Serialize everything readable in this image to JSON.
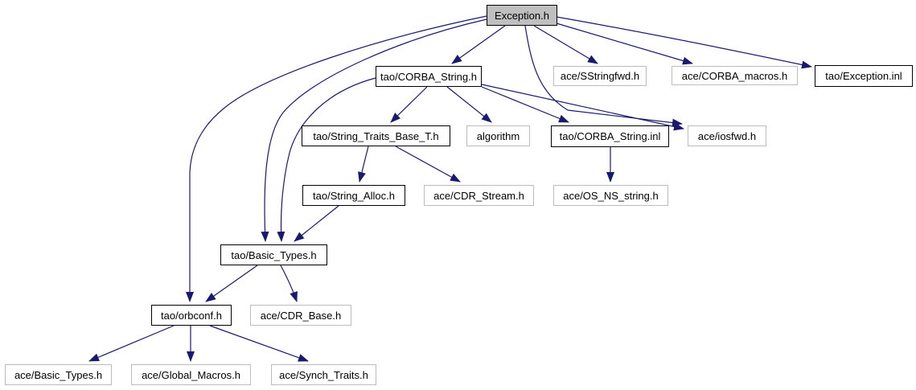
{
  "diagram": {
    "kind": "include-dependency-graph",
    "root_file": "Exception.h",
    "colors": {
      "background": "#ffffff",
      "edge": "#191970",
      "root_fill": "#bfbfbf",
      "linked_node_border": "#000000",
      "external_node_border": "#bcbcbc",
      "node_fill": "#ffffff",
      "text": "#000000"
    }
  },
  "nodes": [
    {
      "id": "exception-h",
      "label": "Exception.h",
      "style": "root"
    },
    {
      "id": "tao-corba-string-h",
      "label": "tao/CORBA_String.h",
      "style": "linked"
    },
    {
      "id": "ace-sstringfwd-h",
      "label": "ace/SStringfwd.h",
      "style": "external"
    },
    {
      "id": "ace-corba-macros-h",
      "label": "ace/CORBA_macros.h",
      "style": "external"
    },
    {
      "id": "tao-exception-inl",
      "label": "tao/Exception.inl",
      "style": "linked"
    },
    {
      "id": "tao-string-traits-base-t-h",
      "label": "tao/String_Traits_Base_T.h",
      "style": "linked"
    },
    {
      "id": "algorithm",
      "label": "algorithm",
      "style": "external"
    },
    {
      "id": "tao-corba-string-inl",
      "label": "tao/CORBA_String.inl",
      "style": "linked"
    },
    {
      "id": "ace-iosfwd-h",
      "label": "ace/iosfwd.h",
      "style": "external"
    },
    {
      "id": "tao-string-alloc-h",
      "label": "tao/String_Alloc.h",
      "style": "linked"
    },
    {
      "id": "ace-cdr-stream-h",
      "label": "ace/CDR_Stream.h",
      "style": "external"
    },
    {
      "id": "ace-os-ns-string-h",
      "label": "ace/OS_NS_string.h",
      "style": "external"
    },
    {
      "id": "tao-basic-types-h",
      "label": "tao/Basic_Types.h",
      "style": "linked"
    },
    {
      "id": "tao-orbconf-h",
      "label": "tao/orbconf.h",
      "style": "linked"
    },
    {
      "id": "ace-cdr-base-h",
      "label": "ace/CDR_Base.h",
      "style": "external"
    },
    {
      "id": "ace-basic-types-h",
      "label": "ace/Basic_Types.h",
      "style": "external"
    },
    {
      "id": "ace-global-macros-h",
      "label": "ace/Global_Macros.h",
      "style": "external"
    },
    {
      "id": "ace-synch-traits-h",
      "label": "ace/Synch_Traits.h",
      "style": "external"
    }
  ],
  "edges": [
    {
      "from": "Exception.h",
      "to": "tao/CORBA_String.h"
    },
    {
      "from": "Exception.h",
      "to": "ace/SStringfwd.h"
    },
    {
      "from": "Exception.h",
      "to": "ace/CORBA_macros.h"
    },
    {
      "from": "Exception.h",
      "to": "tao/Exception.inl"
    },
    {
      "from": "Exception.h",
      "to": "ace/iosfwd.h"
    },
    {
      "from": "Exception.h",
      "to": "tao/Basic_Types.h"
    },
    {
      "from": "Exception.h",
      "to": "tao/orbconf.h"
    },
    {
      "from": "tao/CORBA_String.h",
      "to": "tao/String_Traits_Base_T.h"
    },
    {
      "from": "tao/CORBA_String.h",
      "to": "algorithm"
    },
    {
      "from": "tao/CORBA_String.h",
      "to": "tao/CORBA_String.inl"
    },
    {
      "from": "tao/CORBA_String.h",
      "to": "ace/iosfwd.h"
    },
    {
      "from": "tao/CORBA_String.h",
      "to": "tao/Basic_Types.h"
    },
    {
      "from": "tao/String_Traits_Base_T.h",
      "to": "tao/String_Alloc.h"
    },
    {
      "from": "tao/String_Traits_Base_T.h",
      "to": "ace/CDR_Stream.h"
    },
    {
      "from": "tao/CORBA_String.inl",
      "to": "ace/OS_NS_string.h"
    },
    {
      "from": "tao/String_Alloc.h",
      "to": "tao/Basic_Types.h"
    },
    {
      "from": "tao/Basic_Types.h",
      "to": "tao/orbconf.h"
    },
    {
      "from": "tao/Basic_Types.h",
      "to": "ace/CDR_Base.h"
    },
    {
      "from": "tao/orbconf.h",
      "to": "ace/Basic_Types.h"
    },
    {
      "from": "tao/orbconf.h",
      "to": "ace/Global_Macros.h"
    },
    {
      "from": "tao/orbconf.h",
      "to": "ace/Synch_Traits.h"
    }
  ]
}
